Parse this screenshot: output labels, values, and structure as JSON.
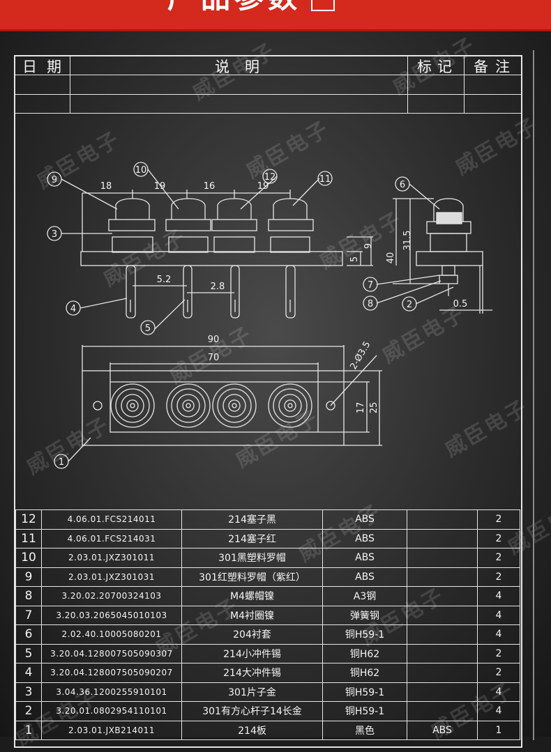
{
  "banner": {
    "title": "产品参数"
  },
  "title_block": {
    "date_label": "日期",
    "desc_label": "说明",
    "mark_label": "标记",
    "remark_label": "备注"
  },
  "drawing": {
    "front_dims": {
      "d1": "18",
      "d2": "19",
      "d3": "16",
      "d4": "19",
      "d5": "5.2",
      "d6": "2.8",
      "h1": "9",
      "h2": "5"
    },
    "side_dims": {
      "h_total": "31.5",
      "h_40": "40",
      "t": "0.5"
    },
    "top_dims": {
      "w90": "90",
      "w70": "70",
      "hole": "2-Ø3.5",
      "h17": "17",
      "h25": "25"
    },
    "balloons": [
      "9",
      "10",
      "12",
      "11",
      "3",
      "4",
      "5",
      "6",
      "7",
      "8",
      "2",
      "1"
    ]
  },
  "bom": [
    {
      "no": "12",
      "code": "4.06.01.FCS214011",
      "name": "214塞子黑",
      "material": "ABS",
      "qty": "2"
    },
    {
      "no": "11",
      "code": "4.06.01.FCS214031",
      "name": "214塞子红",
      "material": "ABS",
      "qty": "2"
    },
    {
      "no": "10",
      "code": "2.03.01.JXZ301011",
      "name": "301黑塑料罗帽",
      "material": "ABS",
      "qty": "2"
    },
    {
      "no": "9",
      "code": "2.03.01.JXZ301031",
      "name": "301红塑料罗帽（紫红）",
      "material": "ABS",
      "qty": "2"
    },
    {
      "no": "8",
      "code": "3.20.02.20700324103",
      "name": "M4螺帽镍",
      "material": "A3钢",
      "qty": "4"
    },
    {
      "no": "7",
      "code": "3.20.03.2065045010103",
      "name": "M4衬圈镍",
      "material": "弹簧钢",
      "qty": "4"
    },
    {
      "no": "6",
      "code": "2.02.40.10005080201",
      "name": "204衬套",
      "material": "铜H59-1",
      "qty": "4"
    },
    {
      "no": "5",
      "code": "3.20.04.128007505090307",
      "name": "214小冲件锡",
      "material": "铜H62",
      "qty": "2"
    },
    {
      "no": "4",
      "code": "3.20.04.128007505090207",
      "name": "214大冲件锡",
      "material": "铜H62",
      "qty": "2"
    },
    {
      "no": "3",
      "code": "3.04.36.1200255910101",
      "name": "301片子金",
      "material": "铜H59-1",
      "qty": "4"
    },
    {
      "no": "2",
      "code": "3.20.01.0802954110101",
      "name": "301有方心杆子14长金",
      "material": "铜H59-1",
      "qty": "4"
    },
    {
      "no": "1",
      "code": "2.03.01.JXB214011",
      "name": "214板",
      "material": "黑色",
      "qty": "1",
      "extra": "ABS"
    }
  ],
  "watermark": "威臣电子"
}
